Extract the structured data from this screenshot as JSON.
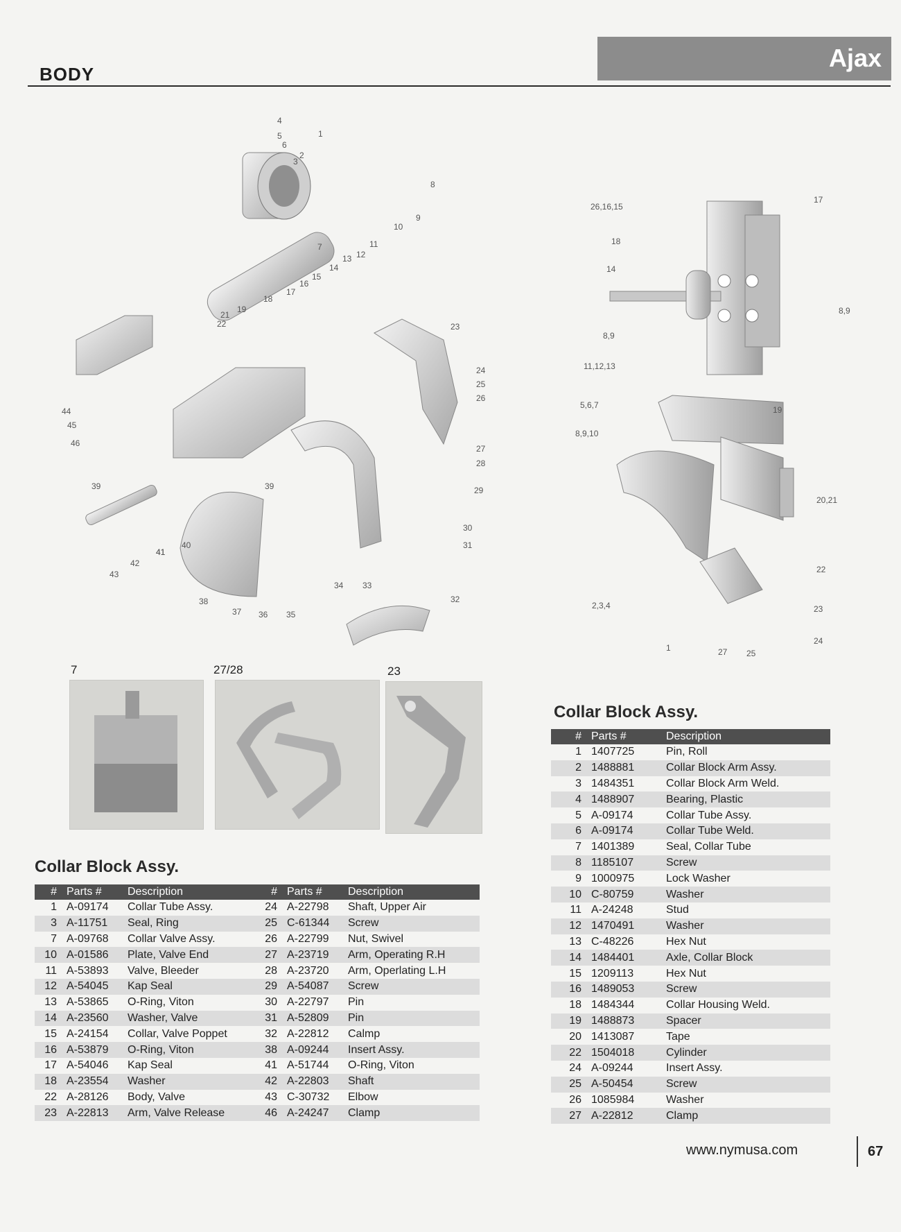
{
  "header": {
    "section": "BODY",
    "brand": "Ajax"
  },
  "diagram_left": {
    "callouts": [
      "1",
      "2",
      "3",
      "4",
      "5",
      "6",
      "7",
      "8",
      "9",
      "10",
      "11",
      "12",
      "13",
      "14",
      "15",
      "16",
      "17",
      "18",
      "19",
      "21",
      "22",
      "23",
      "24",
      "25",
      "26",
      "27",
      "28",
      "29",
      "30",
      "31",
      "32",
      "33",
      "34",
      "35",
      "36",
      "37",
      "38",
      "39",
      "39",
      "40",
      "41",
      "41",
      "42",
      "43",
      "44",
      "45",
      "46"
    ]
  },
  "diagram_right": {
    "callouts": [
      "26,16,15",
      "18",
      "14",
      "8,9",
      "11,12,13",
      "17",
      "8,9",
      "19",
      "5,6,7",
      "8,9,10",
      "20,21",
      "22",
      "2,3,4",
      "23",
      "24",
      "1",
      "27",
      "25"
    ]
  },
  "photos": {
    "labels": [
      "7",
      "27/28",
      "23"
    ]
  },
  "table_left": {
    "title": "Collar Block Assy.",
    "headers": [
      "#",
      "Parts #",
      "Description",
      "#",
      "Parts #",
      "Description"
    ],
    "rows": [
      [
        "1",
        "A-09174",
        "Collar Tube Assy.",
        "24",
        "A-22798",
        "Shaft, Upper Air"
      ],
      [
        "3",
        "A-11751",
        "Seal, Ring",
        "25",
        "C-61344",
        "Screw"
      ],
      [
        "7",
        "A-09768",
        "Collar Valve Assy.",
        "26",
        "A-22799",
        "Nut, Swivel"
      ],
      [
        "10",
        "A-01586",
        "Plate, Valve End",
        "27",
        "A-23719",
        "Arm, Operating R.H"
      ],
      [
        "11",
        "A-53893",
        "Valve, Bleeder",
        "28",
        "A-23720",
        "Arm, Operlating L.H"
      ],
      [
        "12",
        "A-54045",
        "Kap Seal",
        "29",
        "A-54087",
        "Screw"
      ],
      [
        "13",
        "A-53865",
        "O-Ring, Viton",
        "30",
        "A-22797",
        "Pin"
      ],
      [
        "14",
        "A-23560",
        "Washer, Valve",
        "31",
        "A-52809",
        "Pin"
      ],
      [
        "15",
        "A-24154",
        "Collar, Valve Poppet",
        "32",
        "A-22812",
        "Calmp"
      ],
      [
        "16",
        "A-53879",
        "O-Ring, Viton",
        "38",
        "A-09244",
        "Insert Assy."
      ],
      [
        "17",
        "A-54046",
        "Kap Seal",
        "41",
        "A-51744",
        "O-Ring, Viton"
      ],
      [
        "18",
        "A-23554",
        "Washer",
        "42",
        "A-22803",
        "Shaft"
      ],
      [
        "22",
        "A-28126",
        "Body, Valve",
        "43",
        "C-30732",
        "Elbow"
      ],
      [
        "23",
        "A-22813",
        "Arm, Valve Release",
        "46",
        "A-24247",
        "Clamp"
      ]
    ]
  },
  "table_right": {
    "title": "Collar Block Assy.",
    "headers": [
      "#",
      "Parts #",
      "Description"
    ],
    "rows": [
      [
        "1",
        "1407725",
        "Pin, Roll"
      ],
      [
        "2",
        "1488881",
        "Collar Block Arm Assy."
      ],
      [
        "3",
        "1484351",
        "Collar Block Arm Weld."
      ],
      [
        "4",
        "1488907",
        "Bearing, Plastic"
      ],
      [
        "5",
        "A-09174",
        "Collar Tube Assy."
      ],
      [
        "6",
        "A-09174",
        "Collar Tube Weld."
      ],
      [
        "7",
        "1401389",
        "Seal, Collar Tube"
      ],
      [
        "8",
        "1185107",
        "Screw"
      ],
      [
        "9",
        "1000975",
        "Lock Washer"
      ],
      [
        "10",
        "C-80759",
        "Washer"
      ],
      [
        "11",
        "A-24248",
        "Stud"
      ],
      [
        "12",
        "1470491",
        "Washer"
      ],
      [
        "13",
        "C-48226",
        "Hex Nut"
      ],
      [
        "14",
        "1484401",
        "Axle, Collar Block"
      ],
      [
        "15",
        "1209113",
        "Hex Nut"
      ],
      [
        "16",
        "1489053",
        "Screw"
      ],
      [
        "18",
        "1484344",
        "Collar Housing Weld."
      ],
      [
        "19",
        "1488873",
        "Spacer"
      ],
      [
        "20",
        "1413087",
        "Tape"
      ],
      [
        "22",
        "1504018",
        "Cylinder"
      ],
      [
        "24",
        "A-09244",
        "Insert Assy."
      ],
      [
        "25",
        "A-50454",
        "Screw"
      ],
      [
        "26",
        "1085984",
        "Washer"
      ],
      [
        "27",
        "A-22812",
        "Clamp"
      ]
    ]
  },
  "footer": {
    "url": "www.nymusa.com",
    "page_number": "67"
  }
}
